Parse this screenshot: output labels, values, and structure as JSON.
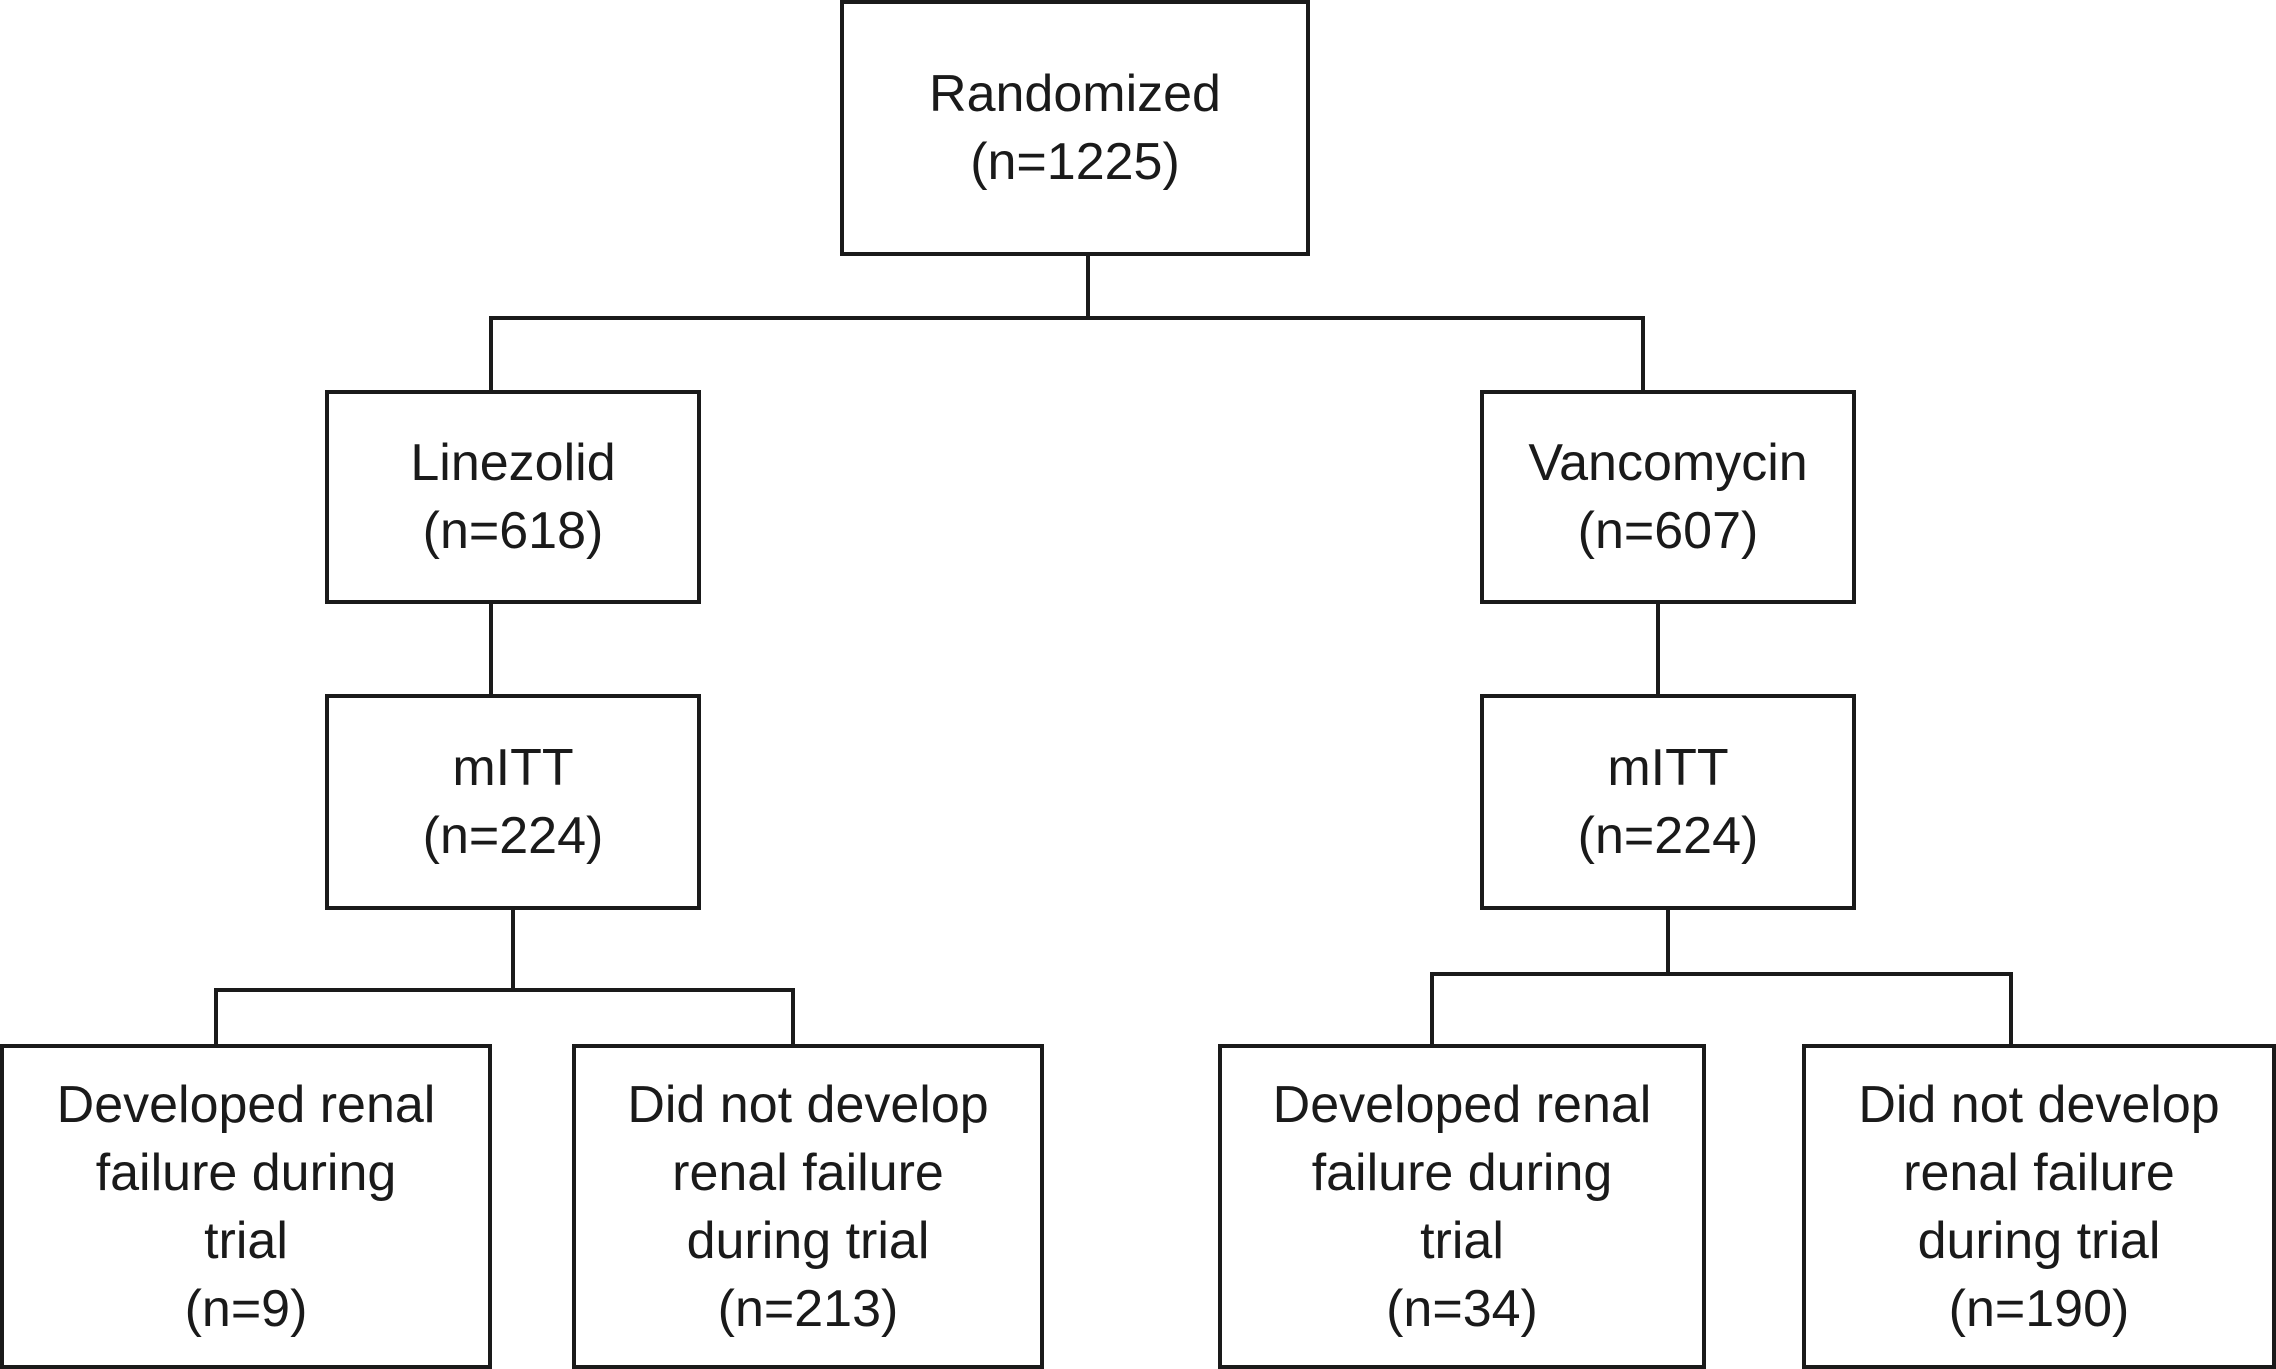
{
  "flowchart": {
    "randomized": {
      "label": "Randomized",
      "count": "(n=1225)"
    },
    "linezolid": {
      "label": "Linezolid",
      "count": "(n=618)"
    },
    "vancomycin": {
      "label": "Vancomycin",
      "count": "(n=607)"
    },
    "linezolid_mitt": {
      "label": "mITT",
      "count": "(n=224)"
    },
    "vancomycin_mitt": {
      "label": "mITT",
      "count": "(n=224)"
    },
    "linezolid_renal": {
      "lines": [
        "Developed renal",
        "failure during",
        "trial"
      ],
      "count": "(n=9)"
    },
    "linezolid_no_renal": {
      "lines": [
        "Did not develop",
        "renal failure",
        "during trial"
      ],
      "count": "(n=213)"
    },
    "vancomycin_renal": {
      "lines": [
        "Developed renal",
        "failure during",
        "trial"
      ],
      "count": "(n=34)"
    },
    "vancomycin_no_renal": {
      "lines": [
        "Did not develop",
        "renal failure",
        "during trial"
      ],
      "count": "(n=190)"
    }
  },
  "colors": {
    "stroke": "#1a1a1a",
    "background": "#ffffff"
  }
}
